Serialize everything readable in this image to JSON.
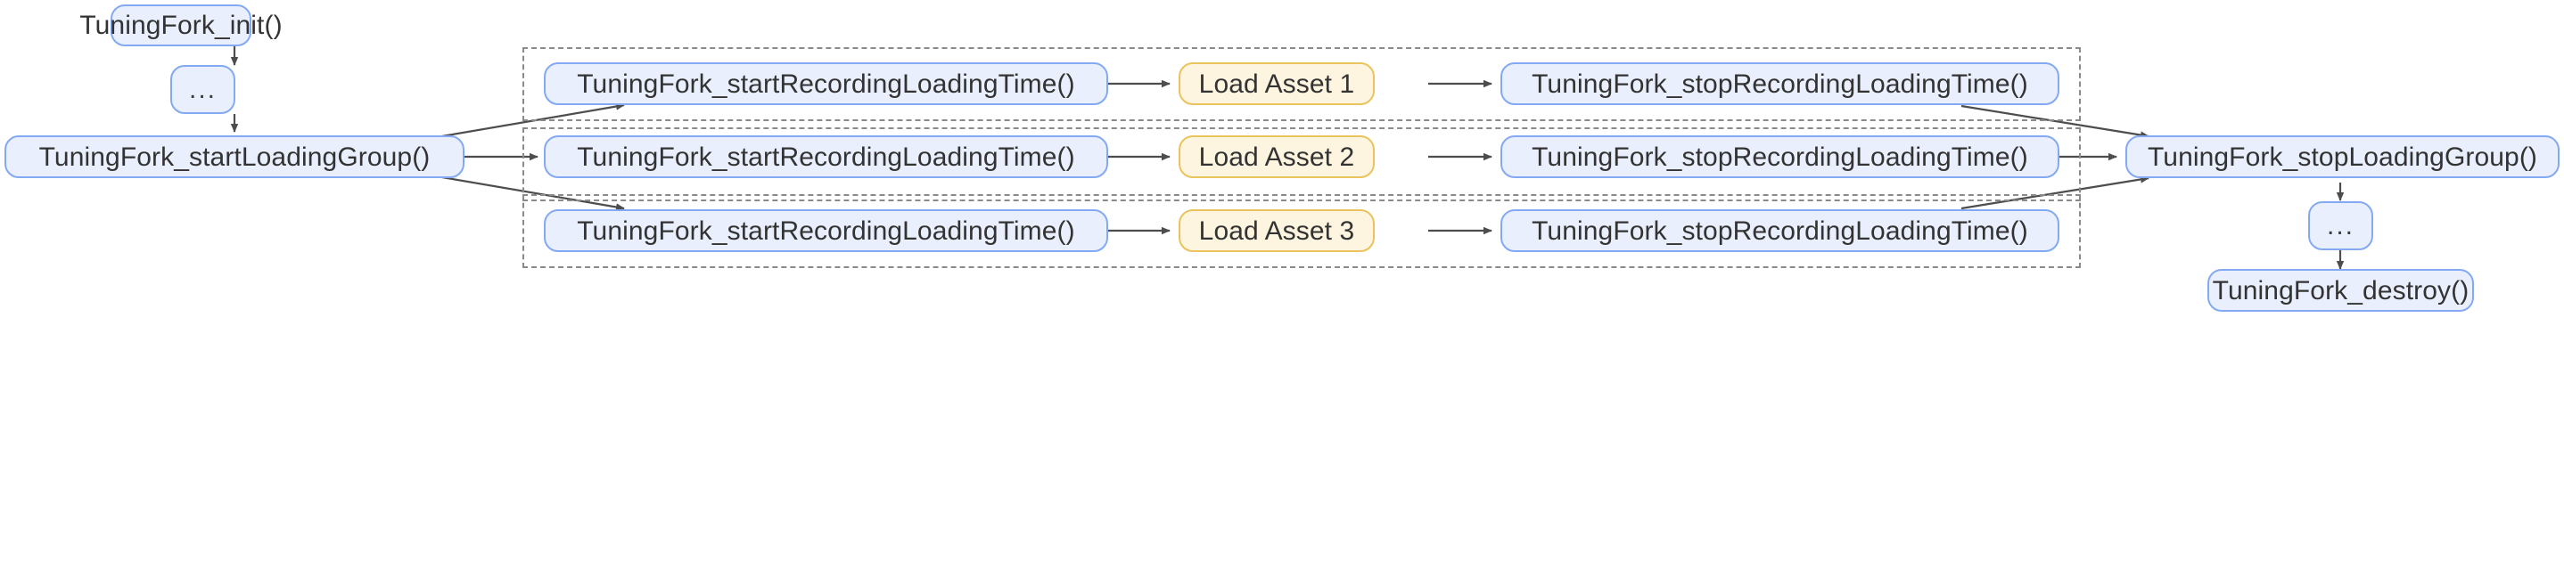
{
  "diagram": {
    "title": "TuningFork loading time instrumentation flow",
    "colors": {
      "node_fill_blue": "#e9effc",
      "node_border_blue": "#84a9f3",
      "node_fill_yellow": "#fdf5e0",
      "node_border_yellow": "#e9c35c",
      "edge_stroke": "#4d4d4d",
      "group_border": "#8a8a8a",
      "text": "#333333",
      "background": "#ffffff"
    },
    "nodes": {
      "init": "TuningFork_init()",
      "ellipsis_top": "...",
      "start_loading_group": "TuningFork_startLoadingGroup()",
      "row1_start": "TuningFork_startRecordingLoadingTime()",
      "row1_asset": "Load Asset 1",
      "row1_stop": "TuningFork_stopRecordingLoadingTime()",
      "row2_start": "TuningFork_startRecordingLoadingTime()",
      "row2_asset": "Load Asset 2",
      "row2_stop": "TuningFork_stopRecordingLoadingTime()",
      "row3_start": "TuningFork_startRecordingLoadingTime()",
      "row3_asset": "Load Asset 3",
      "row3_stop": "TuningFork_stopRecordingLoadingTime()",
      "stop_loading_group": "TuningFork_stopLoadingGroup()",
      "ellipsis_bottom": "...",
      "destroy": "TuningFork_destroy()"
    },
    "groups": {
      "group1_label": "",
      "group2_label": "",
      "group3_label": ""
    },
    "edges": [
      {
        "from": "init",
        "to": "ellipsis_top",
        "label": ""
      },
      {
        "from": "ellipsis_top",
        "to": "start_loading_group",
        "label": ""
      },
      {
        "from": "start_loading_group",
        "to": "row1_start",
        "label": ""
      },
      {
        "from": "start_loading_group",
        "to": "row2_start",
        "label": ""
      },
      {
        "from": "start_loading_group",
        "to": "row3_start",
        "label": ""
      },
      {
        "from": "row1_start",
        "to": "row1_asset",
        "label": ""
      },
      {
        "from": "row1_asset",
        "to": "row1_stop",
        "label": ""
      },
      {
        "from": "row2_start",
        "to": "row2_asset",
        "label": ""
      },
      {
        "from": "row2_asset",
        "to": "row2_stop",
        "label": ""
      },
      {
        "from": "row3_start",
        "to": "row3_asset",
        "label": ""
      },
      {
        "from": "row3_asset",
        "to": "row3_stop",
        "label": ""
      },
      {
        "from": "row1_stop",
        "to": "stop_loading_group",
        "label": ""
      },
      {
        "from": "row2_stop",
        "to": "stop_loading_group",
        "label": ""
      },
      {
        "from": "row3_stop",
        "to": "stop_loading_group",
        "label": ""
      },
      {
        "from": "stop_loading_group",
        "to": "ellipsis_bottom",
        "label": ""
      },
      {
        "from": "ellipsis_bottom",
        "to": "destroy",
        "label": ""
      }
    ]
  }
}
